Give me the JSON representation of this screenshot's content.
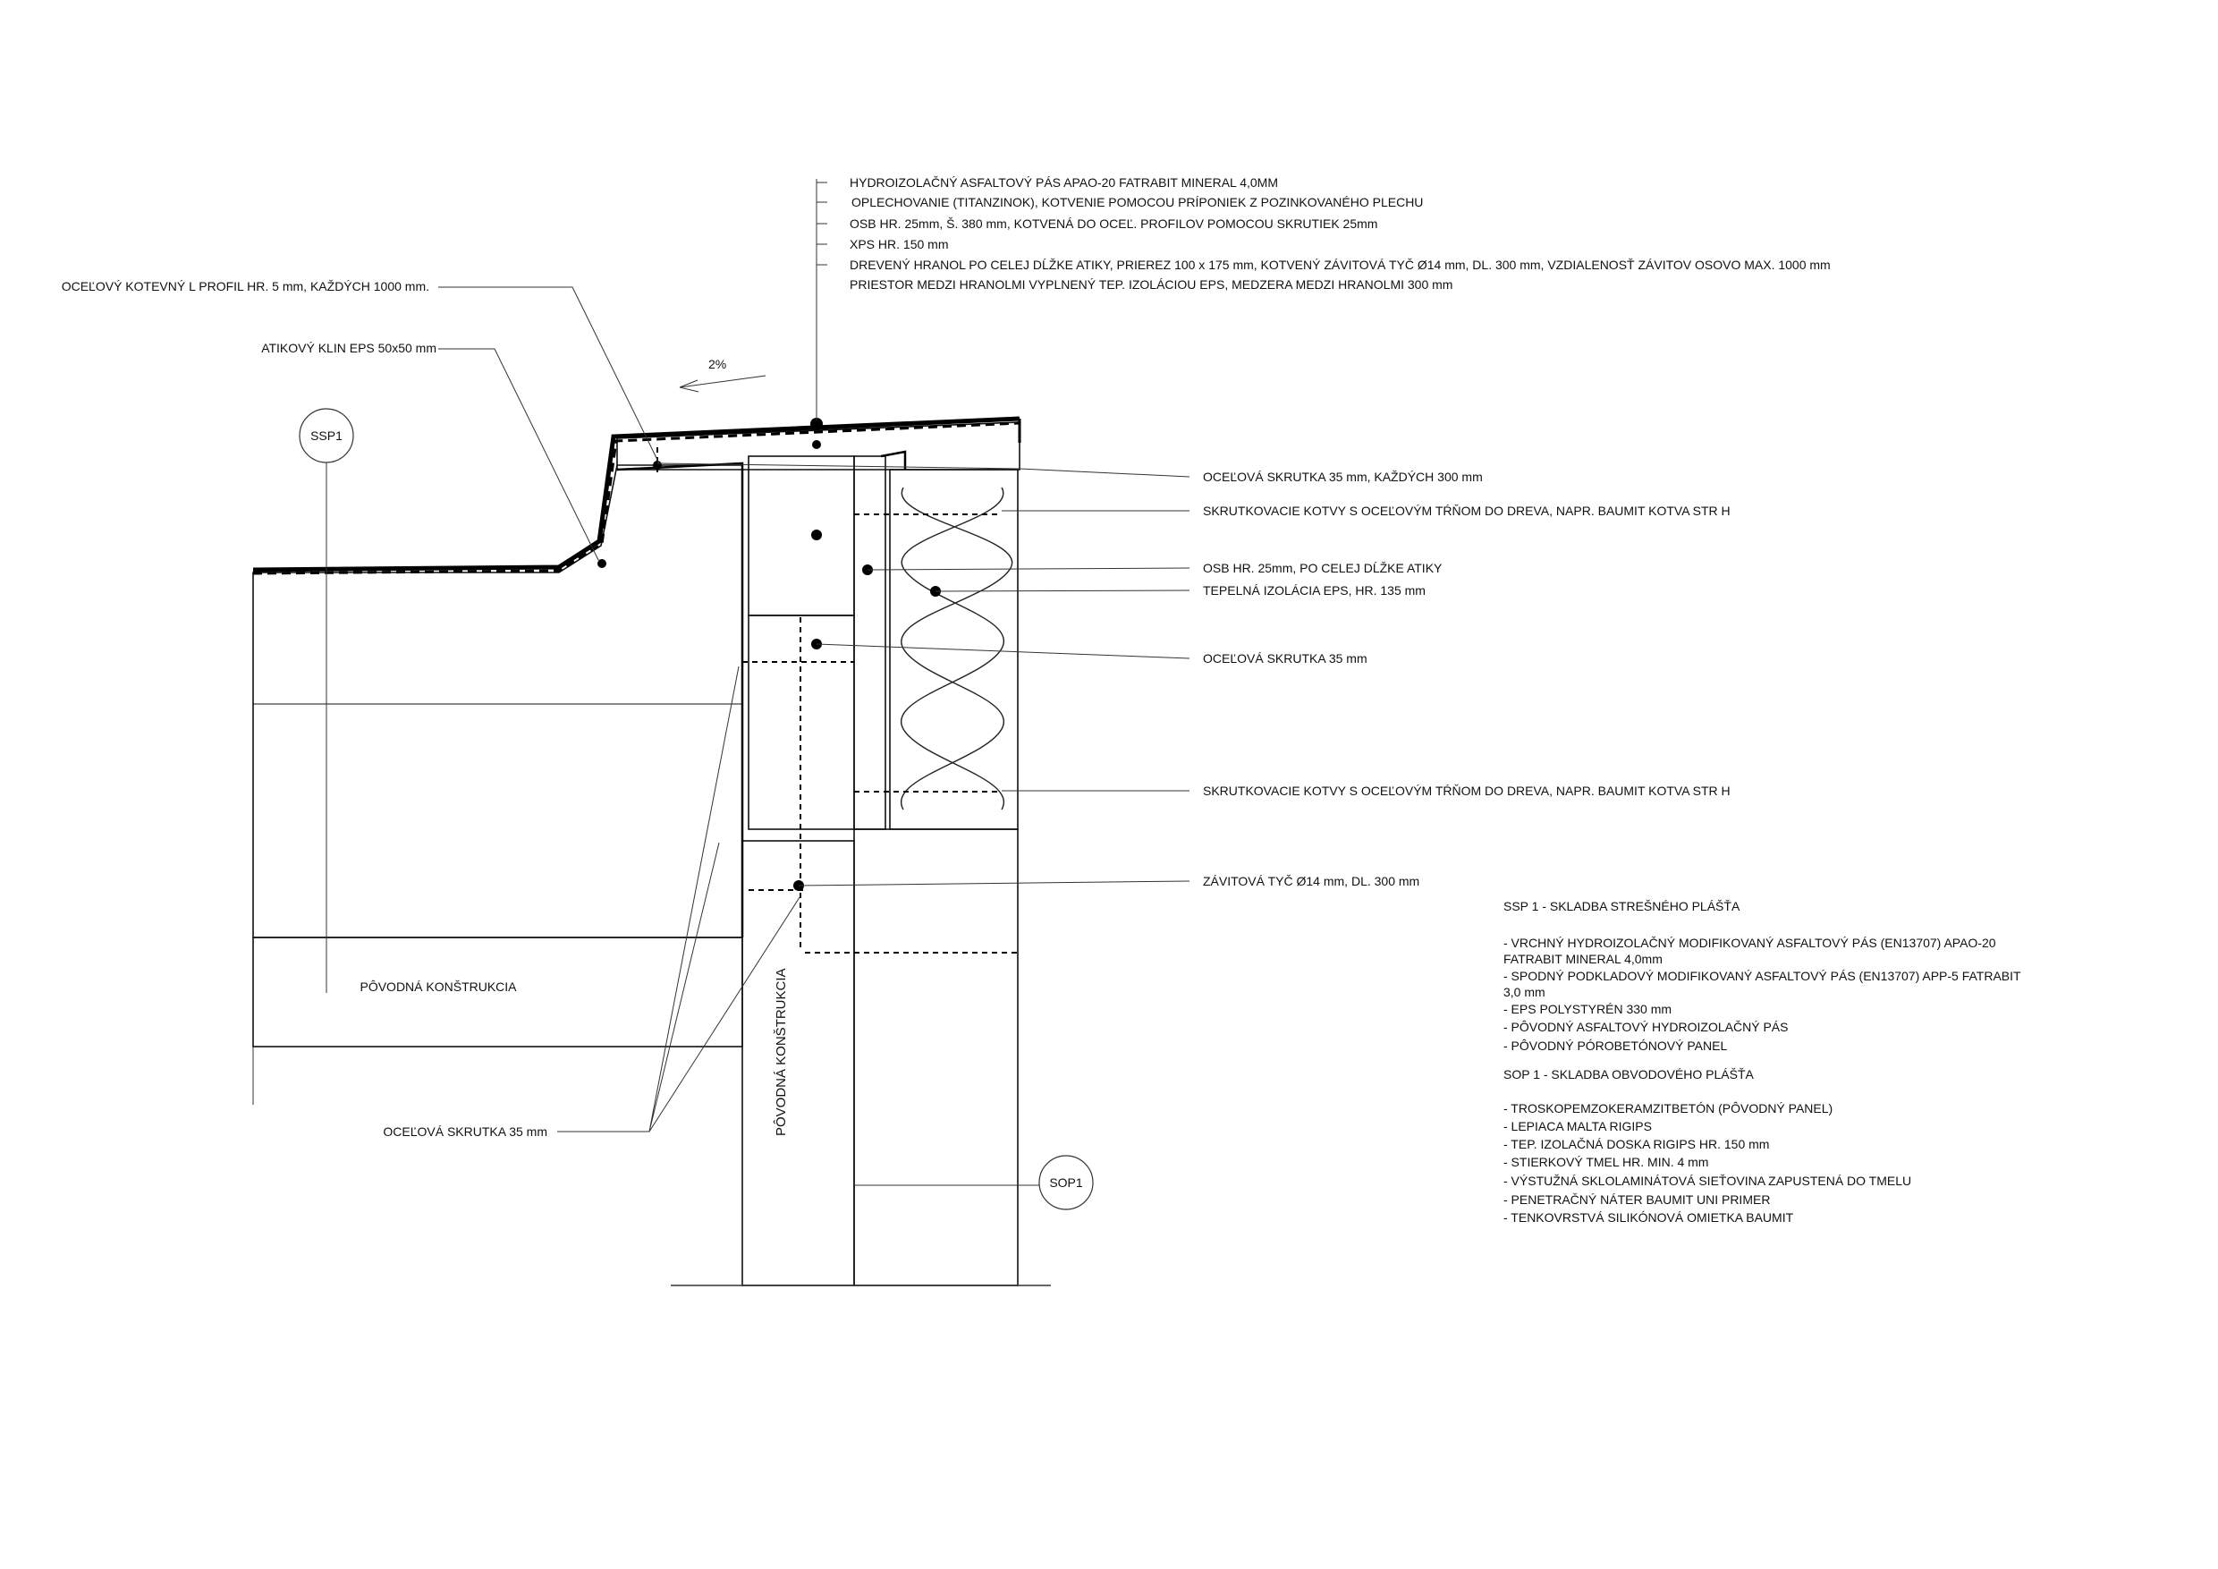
{
  "top_callouts": [
    "HYDROIZOLAČNÝ ASFALTOVÝ PÁS APAO-20 FATRABIT MINERAL 4,0MM",
    "OPLECHOVANIE (TITANZINOK), KOTVENIE POMOCOU PRÍPONIEK Z POZINKOVANÉHO PLECHU",
    "OSB HR. 25mm, Š. 380 mm, KOTVENÁ DO OCEĽ. PROFILOV POMOCOU SKRUTIEK 25mm",
    "XPS HR. 150 mm",
    "DREVENÝ HRANOL PO CELEJ DĹŽKE ATIKY, PRIEREZ 100 x 175 mm,  KOTVENÝ ZÁVITOVÁ TYČ Ø14 mm, DL. 300 mm, VZDIALENOSŤ ZÁVITOV OSOVO MAX. 1000 mm",
    "PRIESTOR MEDZI HRANOLMI VYPLNENÝ TEP. IZOLÁCIOU EPS, MEDZERA MEDZI HRANOLMI 300 mm"
  ],
  "left_callouts": {
    "l_profile": "OCEĽOVÝ KOTEVNÝ L PROFIL HR. 5 mm, KAŽDÝCH 1000 mm.",
    "wedge": "ATIKOVÝ KLIN EPS 50x50 mm",
    "screw_bottom": "OCEĽOVÁ SKRUTKA 35 mm"
  },
  "right_callouts": [
    "OCEĽOVÁ SKRUTKA 35 mm, KAŽDÝCH 300 mm",
    "SKRUTKOVACIE KOTVY S OCEĽOVÝM TŔŇOM DO DREVA, NAPR. BAUMIT KOTVA STR H",
    "OSB HR. 25mm, PO CELEJ DĹŽKE ATIKY",
    "TEPELNÁ IZOLÁCIA EPS, HR. 135 mm",
    "OCEĽOVÁ SKRUTKA 35 mm",
    "SKRUTKOVACIE KOTVY S OCEĽOVÝM TŔŇOM DO DREVA, NAPR. BAUMIT KOTVA STR H",
    "ZÁVITOVÁ TYČ Ø14 mm, DL. 300 mm"
  ],
  "slope": "2%",
  "tags": {
    "roof": "SSP1",
    "wall": "SOP1"
  },
  "structure_labels": {
    "horizontal": "PÔVODNÁ KONŠTRUKCIA",
    "vertical": "PÔVODNÁ KONŠTRUKCIA"
  },
  "spec": {
    "ssp_title": "SSP 1 - SKLADBA STREŠNÉHO PLÁŠŤA",
    "ssp_lines": [
      "- VRCHNÝ HYDROIZOLAČNÝ MODIFIKOVANÝ ASFALTOVÝ PÁS (EN13707) APAO-20",
      "FATRABIT MINERAL 4,0mm",
      "- SPODNÝ PODKLADOVÝ MODIFIKOVANÝ ASFALTOVÝ PÁS (EN13707) APP-5 FATRABIT",
      "3,0 mm",
      "- EPS POLYSTYRÉN 330 mm",
      "- PÔVODNÝ ASFALTOVÝ HYDROIZOLAČNÝ PÁS",
      "- PÔVODNÝ PÓROBETÓNOVÝ PANEL"
    ],
    "sop_title": "SOP 1 - SKLADBA OBVODOVÉHO PLÁŠŤA",
    "sop_lines": [
      "- TROSKOPEMZOKERAMZITBETÓN (PÔVODNÝ PANEL)",
      "- LEPIACA MALTA RIGIPS",
      "- TEP. IZOLAČNÁ DOSKA RIGIPS  HR. 150 mm",
      "- STIERKOVÝ TMEL HR. MIN. 4 mm",
      "- VÝSTUŽNÁ SKLOLAMINÁTOVÁ SIEŤOVINA ZAPUSTENÁ DO TMELU",
      "- PENETRAČNÝ NÁTER BAUMIT  UNI PRIMER",
      "- TENKOVRSTVÁ SILIKÓNOVÁ OMIETKA BAUMIT"
    ]
  }
}
